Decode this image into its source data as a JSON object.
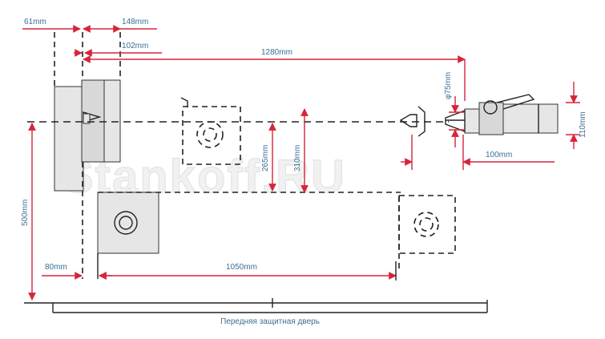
{
  "watermark": "Stankoff.RU",
  "caption": "Передняя защитная дверь",
  "dimensions": {
    "d61": "61mm",
    "d148": "148mm",
    "d102": "102mm",
    "d1280": "1280mm",
    "d75": "φ75mm",
    "d110": "110mm",
    "d100": "100mm",
    "d265": "265mm",
    "d310": "310mm",
    "d500": "500mm",
    "d80": "80mm",
    "d1050": "1050mm"
  },
  "colors": {
    "dimension_line": "#d6253a",
    "dimension_text": "#3a6f95",
    "outline": "#222222",
    "fill": "#e6e6e6"
  }
}
